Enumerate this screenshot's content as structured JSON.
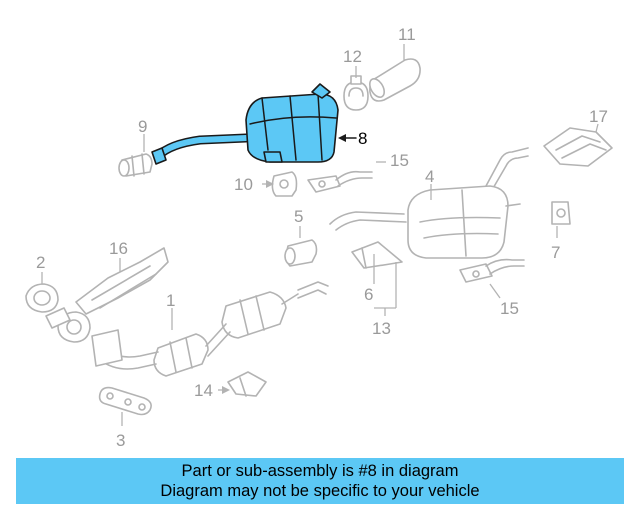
{
  "callouts": {
    "c1": "1",
    "c2": "2",
    "c3": "3",
    "c4": "4",
    "c5": "5",
    "c6": "6",
    "c7": "7",
    "c8": "8",
    "c9": "9",
    "c10": "10",
    "c11": "11",
    "c12": "12",
    "c13": "13",
    "c14": "14",
    "c15a": "15",
    "c15b": "15",
    "c16": "16",
    "c17": "17"
  },
  "highlight_color": "#5cc8f5",
  "banner": {
    "line1": "Part or sub-assembly is #8 in diagram",
    "line2": "Diagram may not be specific to your vehicle"
  }
}
